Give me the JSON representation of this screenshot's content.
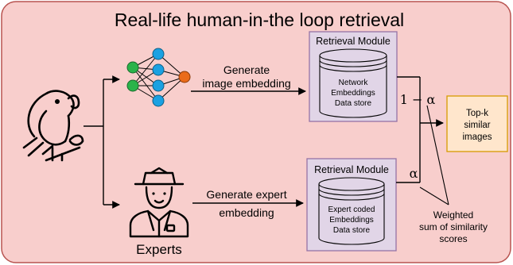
{
  "title": "Real-life human-in-the loop retrieval",
  "colors": {
    "background": "#f8cecc",
    "border": "#b85450",
    "module": "#e1d5e7",
    "module_border": "#9673a6",
    "output": "#ffe6cc",
    "output_border": "#d79b00",
    "nn_green": "#2bb34a",
    "nn_blue": "#1ba1e2",
    "nn_orange": "#ea6b1a"
  },
  "top_branch": {
    "arrow_label_line1": "Generate",
    "arrow_label_line2": "image embedding",
    "module_title": "Retrieval Module",
    "store_line1": "Network",
    "store_line2": "Embeddings",
    "store_line3": "Data store",
    "weight": "1 − α"
  },
  "bottom_branch": {
    "arrow_label_line1": "Generate expert",
    "arrow_label_line2": "embedding",
    "module_title": "Retrieval Module",
    "store_line1": "Expert coded",
    "store_line2": "Embeddings",
    "store_line3": "Data store",
    "weight": "α",
    "actor_label": "Experts"
  },
  "output": {
    "line1": "Top-k",
    "line2": "similar",
    "line3": "images"
  },
  "sum_note": {
    "line1": "Weighted",
    "line2": "sum of similarity",
    "line3": "scores"
  },
  "icons": [
    "bird-icon",
    "neural-network-icon",
    "expert-ranger-icon",
    "database-icon"
  ]
}
